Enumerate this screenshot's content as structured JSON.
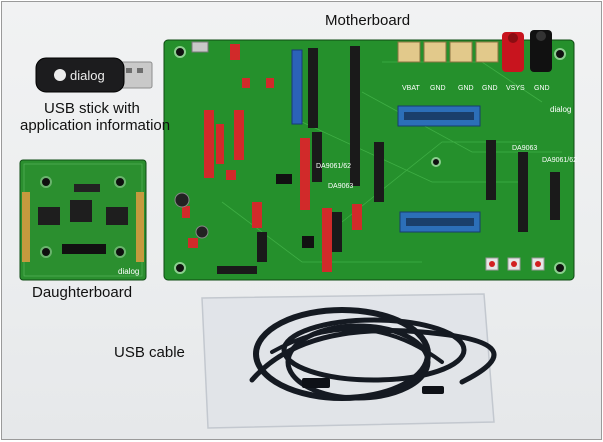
{
  "labels": {
    "motherboard": "Motherboard",
    "usb_stick_line1": "USB stick with",
    "usb_stick_line2": "application information",
    "daughterboard": "Daughterboard",
    "usb_cable": "USB cable"
  },
  "board_prints": {
    "stick_logo": "dialog",
    "board_logo": "dialog",
    "daughter_logo": "dialog",
    "da9061": "DA9061/62",
    "da9063_a": "DA9063",
    "da9063_b": "DA9063",
    "da9061_right": "DA9061/62",
    "vsys": "VSYS",
    "gnd_1": "GND",
    "gnd_2": "GND",
    "gnd_3": "GND",
    "gnd_4": "GND",
    "vbat": "VBAT"
  },
  "colors": {
    "pcb_green": "#1f8a2c",
    "header_red": "#d12a2a",
    "header_blue": "#2b62b8",
    "cable_black": "#151a22",
    "bag": "#dfe3e8"
  }
}
